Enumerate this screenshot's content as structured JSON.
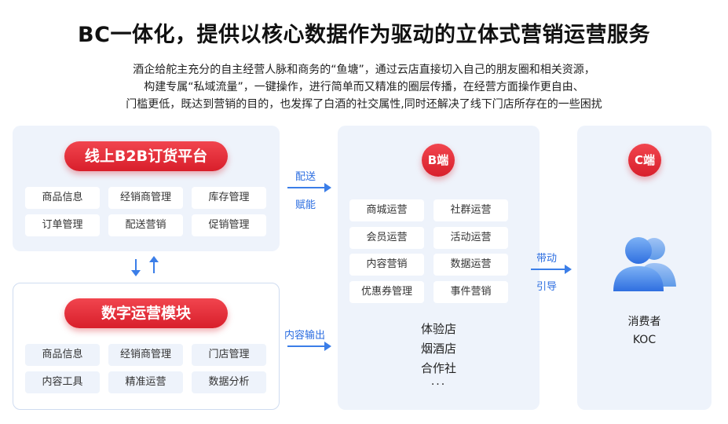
{
  "title": "BC一体化，提供以核心数据作为驱动的立体式营销运营服务",
  "description": [
    "酒企给舵主充分的自主经营人脉和商务的“鱼塘”，通过云店直接切入自己的朋友圈和相关资源，",
    "构建专属“私域流量”，一键操作，进行简单而又精准的圈层传播，在经营方面操作更自由、",
    "门槛更低，既达到营销的目的，也发挥了白酒的社交属性,同时还解决了线下门店所存在的一些困扰"
  ],
  "online_platform": {
    "title": "线上B2B订货平台",
    "items": [
      "商品信息",
      "经销商管理",
      "库存管理",
      "订单管理",
      "配送营销",
      "促销管理"
    ]
  },
  "digital_module": {
    "title": "数字运营模块",
    "items": [
      "商品信息",
      "经销商管理",
      "门店管理",
      "内容工具",
      "精准运营",
      "数据分析"
    ]
  },
  "flows": {
    "top_label_1": "配送",
    "top_label_2": "赋能",
    "bottom_label": "内容输出",
    "right_label_1": "带动",
    "right_label_2": "引导"
  },
  "b_end": {
    "title": "B端",
    "items": [
      "商城运营",
      "社群运营",
      "会员运营",
      "活动运营",
      "内容营销",
      "数据运营",
      "优惠券管理",
      "事件营销"
    ],
    "stores": [
      "体验店",
      "烟酒店",
      "合作社",
      "···"
    ]
  },
  "c_end": {
    "title": "C端",
    "label_1": "消费者",
    "label_2": "KOC"
  },
  "colors": {
    "accent_red": "#d81f2b",
    "accent_blue": "#3b7ee8",
    "panel_bg": "#eef3fb"
  }
}
